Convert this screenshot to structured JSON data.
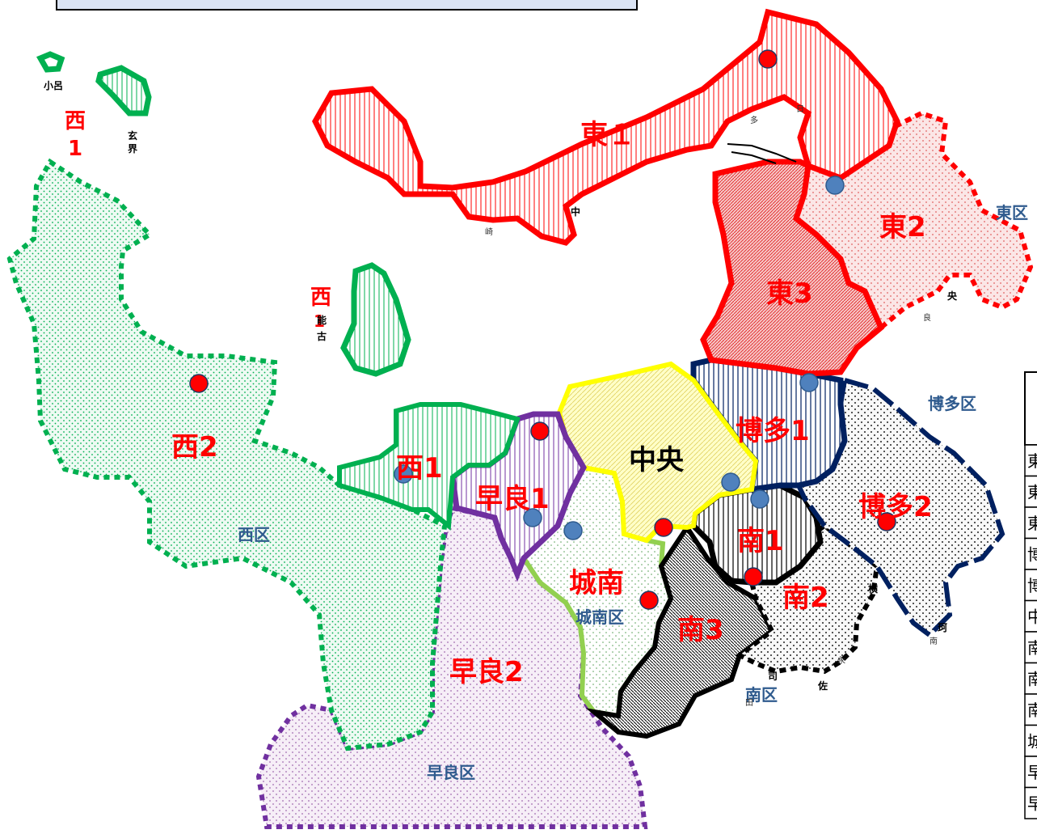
{
  "colors": {
    "east_red": "#ff0000",
    "west_green": "#00b050",
    "sawara_purple": "#7030a0",
    "chuo_yellow": "#ffff00",
    "jonan_lightgreen": "#92d050",
    "hakata_navy": "#002060",
    "minami_black": "#000000",
    "ward_label": "#2f5b8e",
    "red_dot": "#ff0000",
    "blue_dot": "#4f81bd",
    "header_box": "#dae3f3"
  },
  "zones": {
    "higashi1": "東１",
    "higashi2": "東2",
    "higashi3": "東3",
    "nishi1": "西1",
    "nishi1_islands": "西",
    "nishi1_islands_num": "1",
    "nishi1_noko": "西",
    "nishi1_noko_num": "1",
    "nishi2": "西2",
    "minami1_west": "西1",
    "sawara1": "早良1",
    "sawara2": "早良2",
    "chuo": "中央",
    "jonan": "城南",
    "hakata1": "博多1",
    "hakata2": "博多2",
    "minami1": "南1",
    "minami2": "南2",
    "minami3": "南3"
  },
  "wards": {
    "higashi": "東区",
    "hakata": "博多区",
    "nishi": "西区",
    "jonan": "城南区",
    "minami": "南区",
    "sawara": "早良区"
  },
  "places": {
    "kogoro": "小呂",
    "genkai_1": "玄",
    "genkai_2": "界",
    "noko_1": "能",
    "noko_2": "古",
    "tata": "多",
    "ha": "日",
    "naka": "中",
    "saki": "崎",
    "ryo": "良",
    "ou": "央",
    "yoko": "横",
    "shi": "司",
    "sa": "佐",
    "ta": "田",
    "minami_small": "南",
    "ei": "永",
    "maru": "珂"
  },
  "table": {
    "rows": [
      "東",
      "東",
      "東",
      "博",
      "博",
      "中",
      "南",
      "南",
      "南",
      "城",
      "早",
      "早"
    ]
  }
}
